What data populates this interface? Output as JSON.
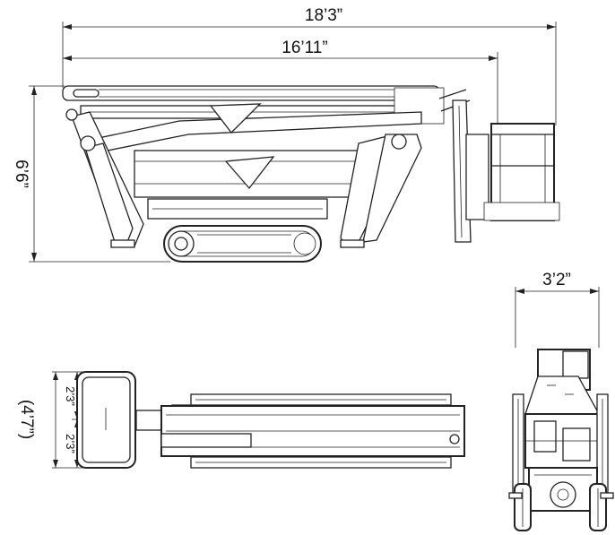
{
  "dimensions": {
    "overall_length": "18’3”",
    "stowed_length": "16’11”",
    "height": "6’6”",
    "width": "3’2”",
    "half_width_upper": "2’3”",
    "half_width_lower": "2’3”",
    "total_width": "(4’7”)"
  },
  "colors": {
    "line": "#222222",
    "background": "#ffffff"
  }
}
